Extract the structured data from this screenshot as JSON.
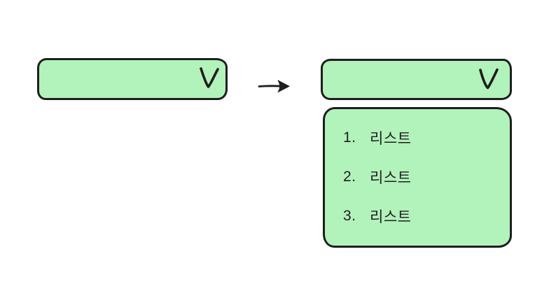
{
  "colors": {
    "fill": "#b2f2bb",
    "stroke": "#1e1e1e",
    "text": "#1e1e1e"
  },
  "before": {
    "description": "closed dropdown select",
    "chevron_icon": "chevron-down"
  },
  "transition": {
    "arrow_icon": "right-arrow"
  },
  "after": {
    "select": {
      "description": "closed dropdown select",
      "chevron_icon": "chevron-down"
    },
    "menu": {
      "items": [
        {
          "number": "1.",
          "label": "리스트"
        },
        {
          "number": "2.",
          "label": "리스트"
        },
        {
          "number": "3.",
          "label": "리스트"
        }
      ]
    }
  }
}
